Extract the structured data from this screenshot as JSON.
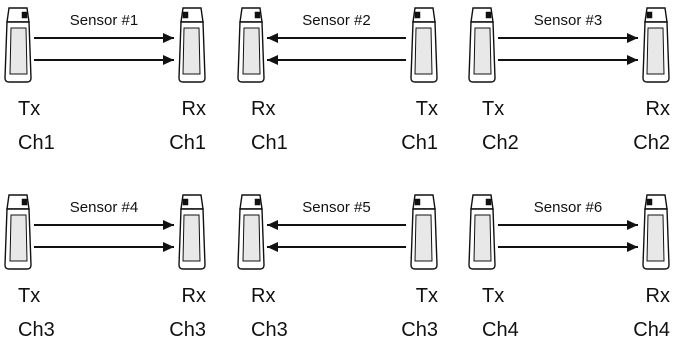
{
  "rows": [
    {
      "pairs": [
        {
          "label": "Sensor #1",
          "direction": "right",
          "left": {
            "role": "Tx",
            "channel": "Ch1"
          },
          "right": {
            "role": "Rx",
            "channel": "Ch1"
          }
        },
        {
          "label": "Sensor #2",
          "direction": "left",
          "left": {
            "role": "Rx",
            "channel": "Ch1"
          },
          "right": {
            "role": "Tx",
            "channel": "Ch1"
          }
        },
        {
          "label": "Sensor #3",
          "direction": "right",
          "left": {
            "role": "Tx",
            "channel": "Ch2"
          },
          "right": {
            "role": "Rx",
            "channel": "Ch2"
          }
        }
      ]
    },
    {
      "pairs": [
        {
          "label": "Sensor #4",
          "direction": "right",
          "left": {
            "role": "Tx",
            "channel": "Ch3"
          },
          "right": {
            "role": "Rx",
            "channel": "Ch3"
          }
        },
        {
          "label": "Sensor #5",
          "direction": "left",
          "left": {
            "role": "Rx",
            "channel": "Ch3"
          },
          "right": {
            "role": "Tx",
            "channel": "Ch3"
          }
        },
        {
          "label": "Sensor #6",
          "direction": "right",
          "left": {
            "role": "Tx",
            "channel": "Ch4"
          },
          "right": {
            "role": "Rx",
            "channel": "Ch4"
          }
        }
      ]
    }
  ],
  "colors": {
    "stroke": "#111111",
    "device_fill": "#ffffff",
    "device_shade": "#e8e8e8"
  }
}
